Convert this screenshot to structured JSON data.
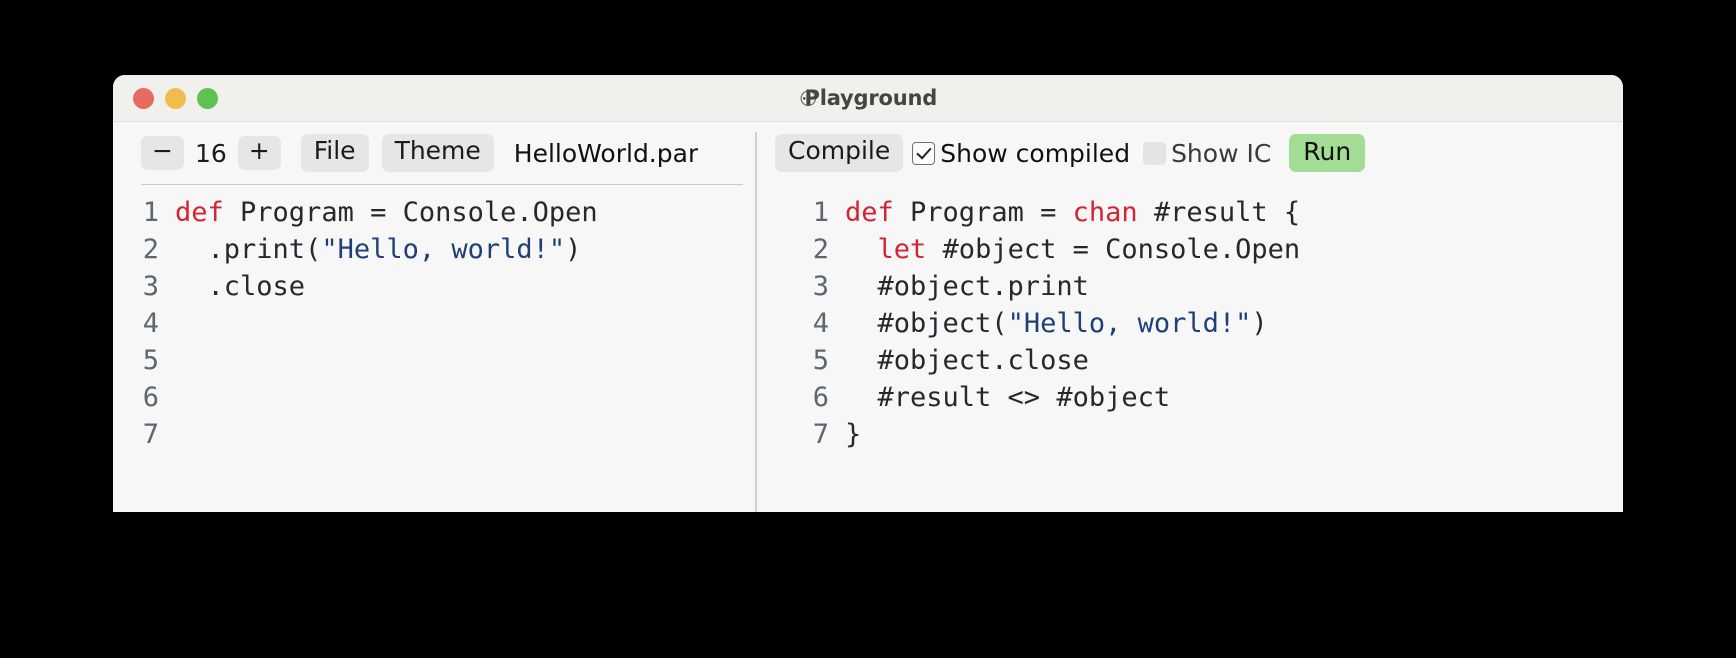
{
  "window": {
    "title": "Playground",
    "title_prefix_glyph": "⚇",
    "controls": {
      "close_label": "close",
      "minimize_label": "minimize",
      "maximize_label": "maximize",
      "close_color": "#e8695f",
      "minimize_color": "#f0bc4c",
      "maximize_color": "#5fc14f"
    }
  },
  "editor_toolbar": {
    "zoom_out_label": "−",
    "zoom_value": "16",
    "zoom_in_label": "+",
    "file_menu_label": "File",
    "theme_menu_label": "Theme",
    "file_name": "HelloWorld.par"
  },
  "output_toolbar": {
    "compile_label": "Compile",
    "show_compiled_label": "Show compiled",
    "show_compiled_checked": true,
    "show_ic_label": "Show IC",
    "show_ic_checked": false,
    "run_label": "Run",
    "run_color": "#a3dd95"
  },
  "editor": {
    "line_numbers": [
      "1",
      "2",
      "3",
      "4",
      "5",
      "6",
      "7"
    ],
    "lines": [
      [
        {
          "t": "def",
          "c": "kw"
        },
        {
          "t": " Program = Console.Open",
          "c": "plain"
        }
      ],
      [
        {
          "t": "  .print(",
          "c": "plain"
        },
        {
          "t": "\"Hello, world!\"",
          "c": "str"
        },
        {
          "t": ")",
          "c": "plain"
        }
      ],
      [
        {
          "t": "  .close",
          "c": "plain"
        }
      ],
      [],
      [],
      [],
      []
    ]
  },
  "output": {
    "line_numbers": [
      "1",
      "2",
      "3",
      "4",
      "5",
      "6",
      "7"
    ],
    "lines": [
      [
        {
          "t": "def",
          "c": "kw"
        },
        {
          "t": " Program = ",
          "c": "plain"
        },
        {
          "t": "chan",
          "c": "kw"
        },
        {
          "t": " #result {",
          "c": "plain"
        }
      ],
      [
        {
          "t": "  ",
          "c": "plain"
        },
        {
          "t": "let",
          "c": "kw"
        },
        {
          "t": " #object = Console.Open",
          "c": "plain"
        }
      ],
      [
        {
          "t": "  #object.print",
          "c": "plain"
        }
      ],
      [
        {
          "t": "  #object(",
          "c": "plain"
        },
        {
          "t": "\"Hello, world!\"",
          "c": "str"
        },
        {
          "t": ")",
          "c": "plain"
        }
      ],
      [
        {
          "t": "  #object.close",
          "c": "plain"
        }
      ],
      [
        {
          "t": "  #result <> #object",
          "c": "plain"
        }
      ],
      [
        {
          "t": "}",
          "c": "plain"
        }
      ]
    ]
  }
}
